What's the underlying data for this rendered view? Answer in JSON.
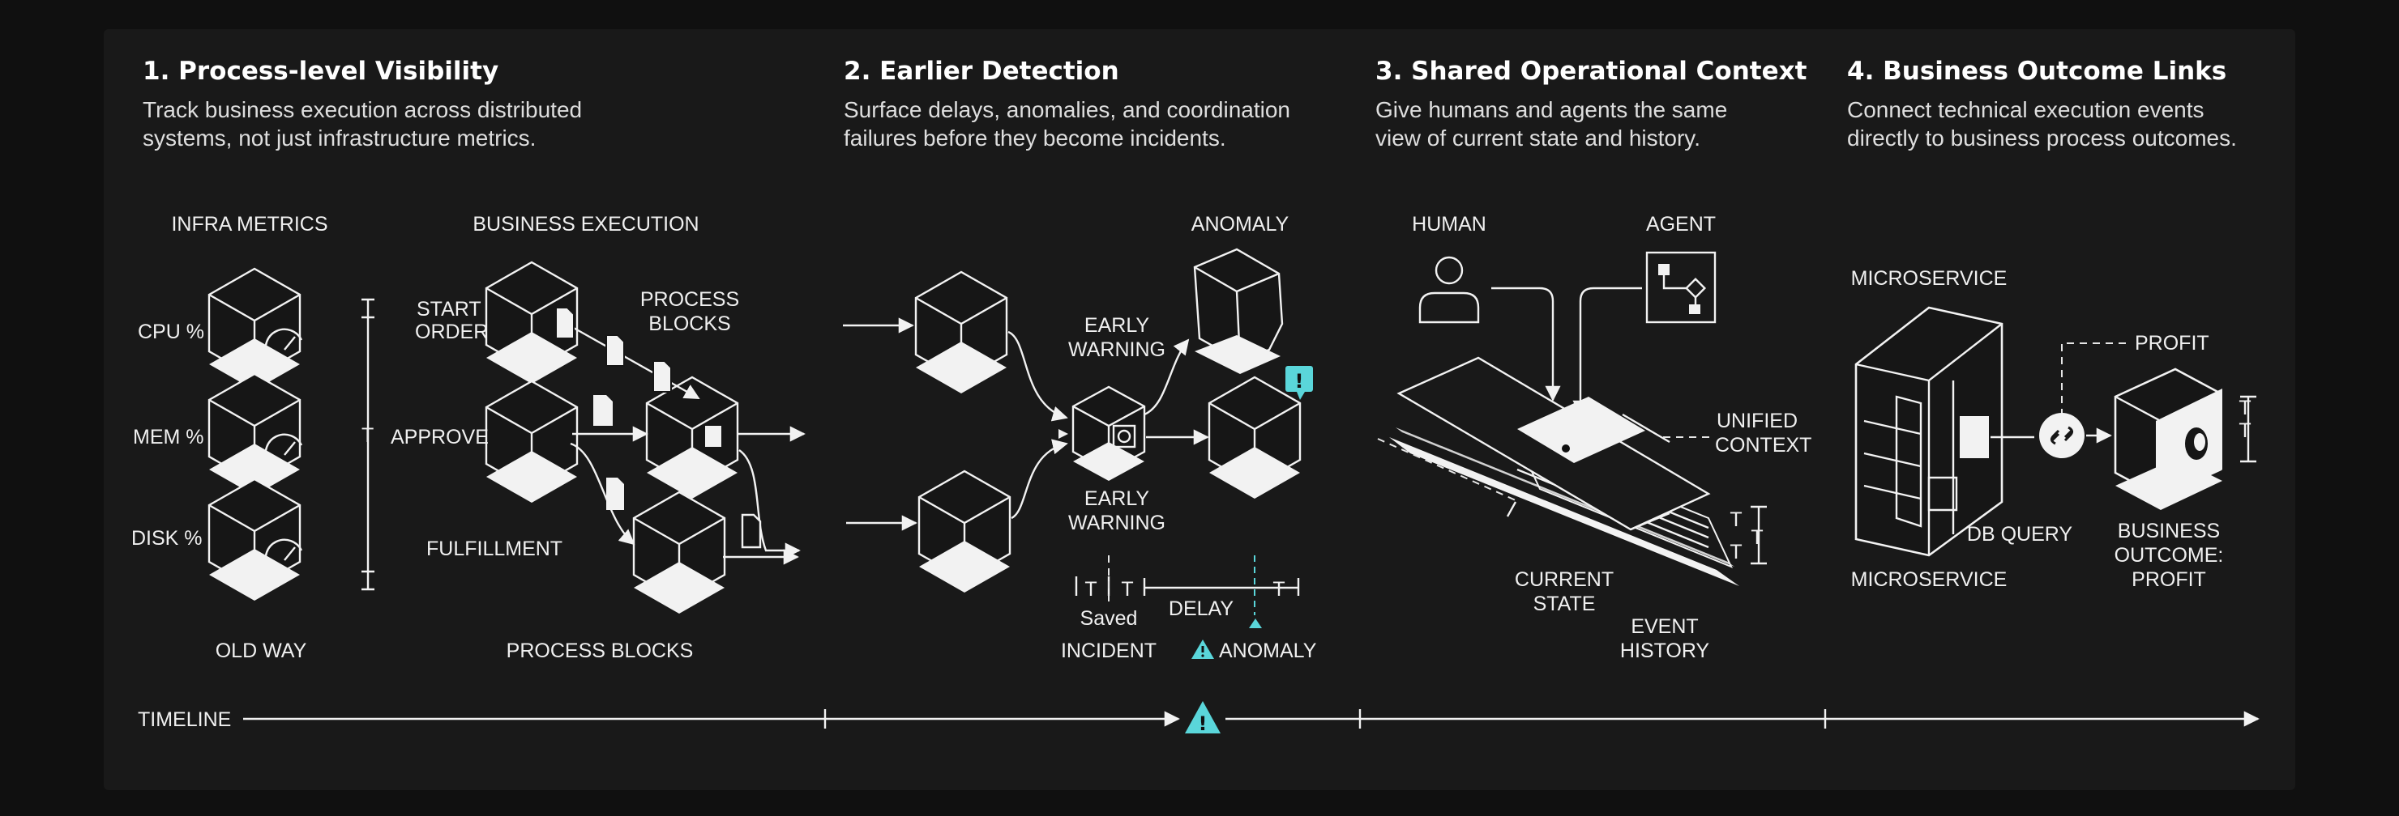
{
  "sections": [
    {
      "title": "1. Process-level Visibility",
      "subtitle_line1": "Track business execution across distributed",
      "subtitle_line2": "systems, not just infrastructure metrics.",
      "labels": {
        "infra_metrics": "INFRA METRICS",
        "business_execution": "BUSINESS EXECUTION",
        "cpu": "CPU %",
        "mem": "MEM %",
        "disk": "DISK %",
        "start_order_1": "START",
        "start_order_2": "ORDER",
        "process_blocks_top_1": "PROCESS",
        "process_blocks_top_2": "BLOCKS",
        "approve": "APPROVE",
        "fulfillment": "FULFILLMENT",
        "t": "T",
        "old_way": "OLD WAY",
        "process_blocks": "PROCESS BLOCKS"
      }
    },
    {
      "title": "2. Earlier Detection",
      "subtitle_line1": "Surface delays, anomalies, and coordination",
      "subtitle_line2": "failures before they become incidents.",
      "labels": {
        "anomaly_top": "ANOMALY",
        "early_warning_a1": "EARLY",
        "early_warning_a2": "WARNING",
        "early_warning_b1": "EARLY",
        "early_warning_b2": "WARNING",
        "alert_mark": "!",
        "t1": "T",
        "t2": "T",
        "t3": "T",
        "saved": "Saved",
        "delay": "DELAY",
        "incident": "INCIDENT",
        "anomaly_bottom": "ANOMALY"
      }
    },
    {
      "title": "3. Shared Operational Context",
      "subtitle_line1": "Give humans and agents the same",
      "subtitle_line2": "view of current state and history.",
      "labels": {
        "human": "HUMAN",
        "agent": "AGENT",
        "unified_1": "UNIFIED",
        "unified_2": "CONTEXT",
        "current_1": "CURRENT",
        "current_2": "STATE",
        "event_1": "EVENT",
        "event_2": "HISTORY",
        "t1": "T",
        "t2": "T",
        "t3": "T"
      }
    },
    {
      "title": "4. Business Outcome Links",
      "subtitle_line1": "Connect technical execution events",
      "subtitle_line2": "directly to business process outcomes.",
      "labels": {
        "microservice_top": "MICROSERVICE",
        "microservice_bottom": "MICROSERVICE",
        "profit": "PROFIT",
        "db_query": "DB QUERY",
        "outcome_1": "BUSINESS",
        "outcome_2": "OUTCOME:",
        "outcome_3": "PROFIT",
        "t1": "T",
        "t2": "T"
      }
    }
  ],
  "timeline": {
    "label": "TIMELINE",
    "alert_mark": "!"
  },
  "colors": {
    "background": "#101010",
    "panel": "#191919",
    "line": "#f2f2f2",
    "accent": "#5ad6da"
  },
  "icons": [
    "gauge-icon",
    "document-icon",
    "alert-triangle-icon",
    "alert-bubble-icon",
    "human-icon",
    "agent-flowchart-icon",
    "link-icon",
    "cube-icon"
  ]
}
